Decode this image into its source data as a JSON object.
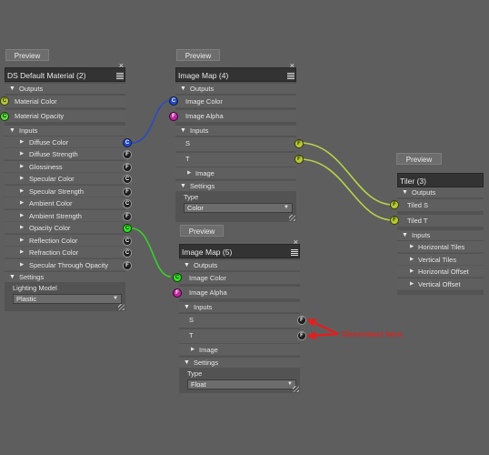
{
  "preview_label": "Preview",
  "material_node": {
    "title": "DS Default Material (2)",
    "outputs_label": "Outputs",
    "outputs": [
      {
        "label": "Material Color",
        "port": "C"
      },
      {
        "label": "Material Opacity",
        "port": "C"
      }
    ],
    "inputs_label": "Inputs",
    "inputs": [
      {
        "label": "Diffuse Color",
        "port": "C"
      },
      {
        "label": "Diffuse Strength",
        "port": "F"
      },
      {
        "label": "Glossiness",
        "port": "F"
      },
      {
        "label": "Specular Color",
        "port": "C"
      },
      {
        "label": "Specular Strength",
        "port": "F"
      },
      {
        "label": "Ambient Color",
        "port": "C"
      },
      {
        "label": "Ambient Strength",
        "port": "F"
      },
      {
        "label": "Opacity Color",
        "port": "C"
      },
      {
        "label": "Reflection Color",
        "port": "C"
      },
      {
        "label": "Refraction Color",
        "port": "C"
      },
      {
        "label": "Specular Through Opacity",
        "port": "F"
      }
    ],
    "settings_label": "Settings",
    "setting_name": "Lighting Model",
    "setting_value": "Plastic"
  },
  "image_map_4": {
    "title": "Image Map (4)",
    "outputs_label": "Outputs",
    "outputs": [
      {
        "label": "Image Color",
        "port": "C"
      },
      {
        "label": "Image Alpha",
        "port": "F"
      }
    ],
    "inputs_label": "Inputs",
    "inputs": [
      {
        "label": "S",
        "port": "F"
      },
      {
        "label": "T",
        "port": "F"
      }
    ],
    "image_label": "Image",
    "settings_label": "Settings",
    "setting_name": "Type",
    "setting_value": "Color"
  },
  "image_map_5": {
    "title": "Image Map (5)",
    "outputs_label": "Outputs",
    "outputs": [
      {
        "label": "Image Color",
        "port": "C"
      },
      {
        "label": "Image Alpha",
        "port": "F"
      }
    ],
    "inputs_label": "Inputs",
    "inputs": [
      {
        "label": "S",
        "port": "F"
      },
      {
        "label": "T",
        "port": "F"
      }
    ],
    "image_label": "Image",
    "settings_label": "Settings",
    "setting_name": "Type",
    "setting_value": "Float"
  },
  "tiler": {
    "title": "Tiler (3)",
    "outputs_label": "Outputs",
    "outputs": [
      {
        "label": "Tiled S",
        "port": "F"
      },
      {
        "label": "Tiled T",
        "port": "F"
      }
    ],
    "inputs_label": "Inputs",
    "inputs": [
      {
        "label": "Horizontal Tiles"
      },
      {
        "label": "Vertical Tiles"
      },
      {
        "label": "Horizontal Offset"
      },
      {
        "label": "Vertical Offset"
      }
    ]
  },
  "annotation": "Disconnect here.",
  "colors": {
    "background": "#5e5e5e",
    "wire_blue": "#2a4cc0",
    "wire_green": "#38d02a",
    "wire_yellow_green": "#b8d24a",
    "annotation_red": "#e02020"
  }
}
